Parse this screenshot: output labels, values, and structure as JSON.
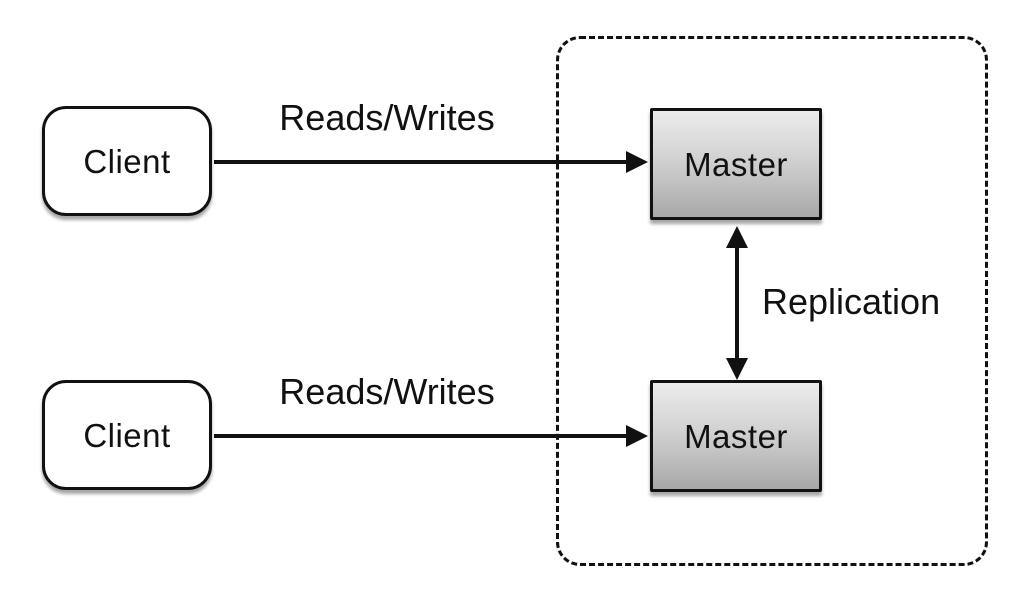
{
  "diagram": {
    "clients": [
      {
        "label": "Client"
      },
      {
        "label": "Client"
      }
    ],
    "masters": [
      {
        "label": "Master"
      },
      {
        "label": "Master"
      }
    ],
    "edges": [
      {
        "label": "Reads/Writes"
      },
      {
        "label": "Reads/Writes"
      },
      {
        "label": "Replication"
      }
    ],
    "colors": {
      "line": "#111111",
      "node_border": "#111111",
      "client_fill": "#ffffff",
      "master_fill_top": "#ececec",
      "master_fill_bottom": "#a8a8a8",
      "background": "#ffffff"
    }
  }
}
